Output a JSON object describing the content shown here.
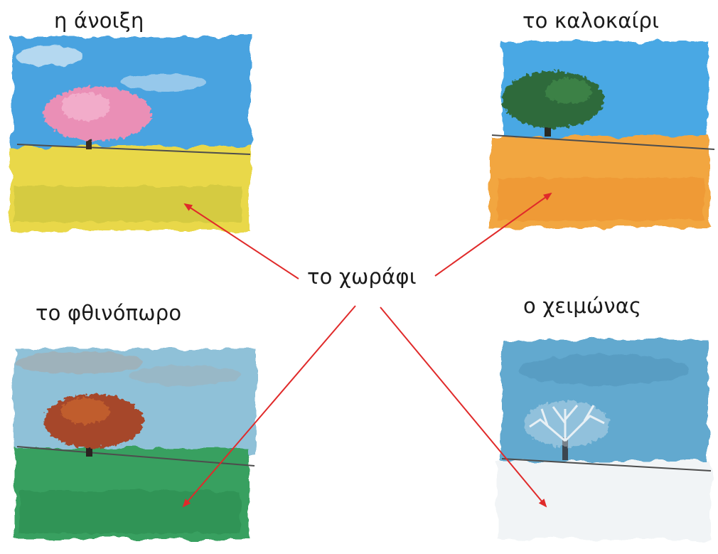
{
  "center_label": "το χωράφι",
  "seasons": [
    {
      "id": "spring",
      "label": "η άνοιξη"
    },
    {
      "id": "summer",
      "label": "το καλοκαίρι"
    },
    {
      "id": "autumn",
      "label": "το φθινόπωρο"
    },
    {
      "id": "winter",
      "label": "ο χειμώνας"
    }
  ],
  "colors": {
    "arrow": "#e02a2a",
    "spring_sky": "#4aa3e0",
    "spring_field": "#e9d84a",
    "spring_tree": "#ea8fb6",
    "summer_sky": "#4aa8e4",
    "summer_field": "#f2a640",
    "summer_tree": "#2f6a3a",
    "autumn_sky": "#8fc1d8",
    "autumn_field": "#37a060",
    "autumn_tree": "#a6462a",
    "winter_sky": "#62a9cf",
    "winter_field": "#f1f4f6",
    "winter_tree": "#e8f0f5"
  }
}
